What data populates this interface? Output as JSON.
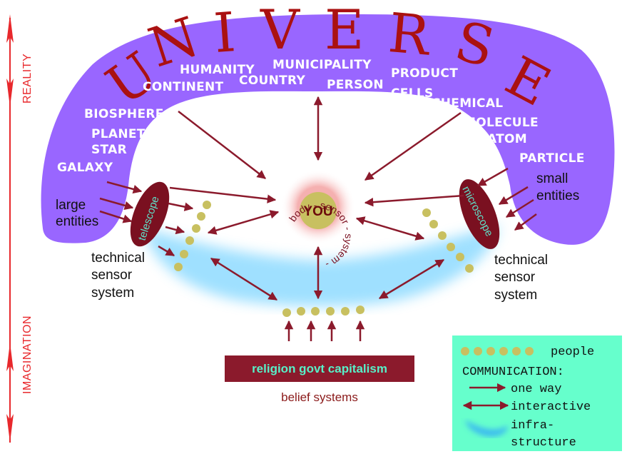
{
  "axis": {
    "top_label": "REALITY",
    "bottom_label": "IMAGINATION"
  },
  "universe": {
    "letters": [
      "U",
      "N",
      "I",
      "V",
      "E",
      "R",
      "S",
      "E"
    ],
    "left_scale": [
      "HUMANITY",
      "CONTINENT",
      "BIOSPHERE",
      "PLANET",
      "STAR",
      "GALAXY"
    ],
    "center_scale": [
      "COUNTRY",
      "MUNICIPALITY",
      "PERSON"
    ],
    "right_scale": [
      "PRODUCT",
      "CELLS",
      "CHEMICAL",
      "MOLECULE",
      "ATOM",
      "PARTICLE"
    ]
  },
  "left_side": {
    "entities_line1": "large",
    "entities_line2": "entities",
    "instrument": "telescope",
    "sensor_line1": "technical",
    "sensor_line2": "sensor",
    "sensor_line3": "system"
  },
  "right_side": {
    "entities_line1": "small",
    "entities_line2": "entities",
    "instrument": "microscope",
    "sensor_line1": "technical",
    "sensor_line2": "sensor",
    "sensor_line3": "system"
  },
  "center": {
    "you": "YOU",
    "ring_text": "body - sensor - system -"
  },
  "belief": {
    "bar_text": "religion govt capitalism",
    "caption": "belief systems"
  },
  "legend": {
    "people": "people",
    "communication": "COMMUNICATION:",
    "one_way": "one way",
    "interactive": "interactive",
    "infra_line1": "infra-",
    "infra_line2": "structure"
  },
  "colors": {
    "universe_band": "#9966ff",
    "arrow": "#8b1a2c",
    "axis_red": "#e8282c",
    "people_dot": "#c8c060",
    "legend_bg": "#66ffcc",
    "infrastructure": "#7fd6ff",
    "scope": "#7a1020",
    "you_halo": "#f3a0a0",
    "you_core": "#c8c060"
  }
}
